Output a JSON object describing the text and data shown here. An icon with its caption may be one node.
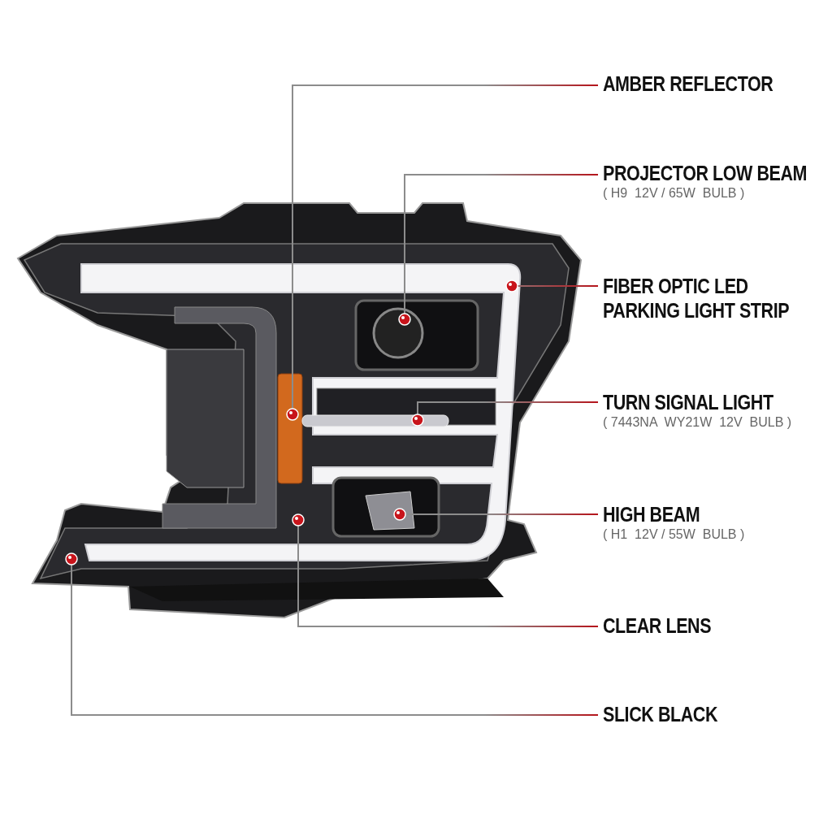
{
  "diagram": {
    "nodes": [
      {
        "text": [
          "AMBER REFLECTOR"
        ]
      },
      {
        "text": [
          "PROJECTOR LOW BEAM",
          "( H9  12V / 65W  BULB )"
        ]
      },
      {
        "text": [
          "FIBER OPTIC LED PARKING LIGHT STRIP"
        ]
      },
      {
        "text": [
          "TURN SIGNAL LIGHT",
          "( 7443NA  WY21W  12V  BULB )"
        ]
      },
      {
        "text": [
          "HIGH BEAM",
          "( H1  12V / 55W  BULB )"
        ]
      },
      {
        "text": [
          "CLEAR LENS"
        ]
      },
      {
        "text": [
          "SLICK BLACK"
        ]
      }
    ],
    "edges": [
      {
        "from": 0,
        "to": null,
        "arrow": "other"
      },
      {
        "from": 1,
        "to": null,
        "arrow": "other"
      },
      {
        "from": 2,
        "to": null,
        "arrow": "other"
      },
      {
        "from": 3,
        "to": null,
        "arrow": "other"
      },
      {
        "from": 4,
        "to": null,
        "arrow": "other"
      },
      {
        "from": 5,
        "to": null,
        "arrow": "other"
      },
      {
        "from": 6,
        "to": null,
        "arrow": "other"
      }
    ]
  }
}
